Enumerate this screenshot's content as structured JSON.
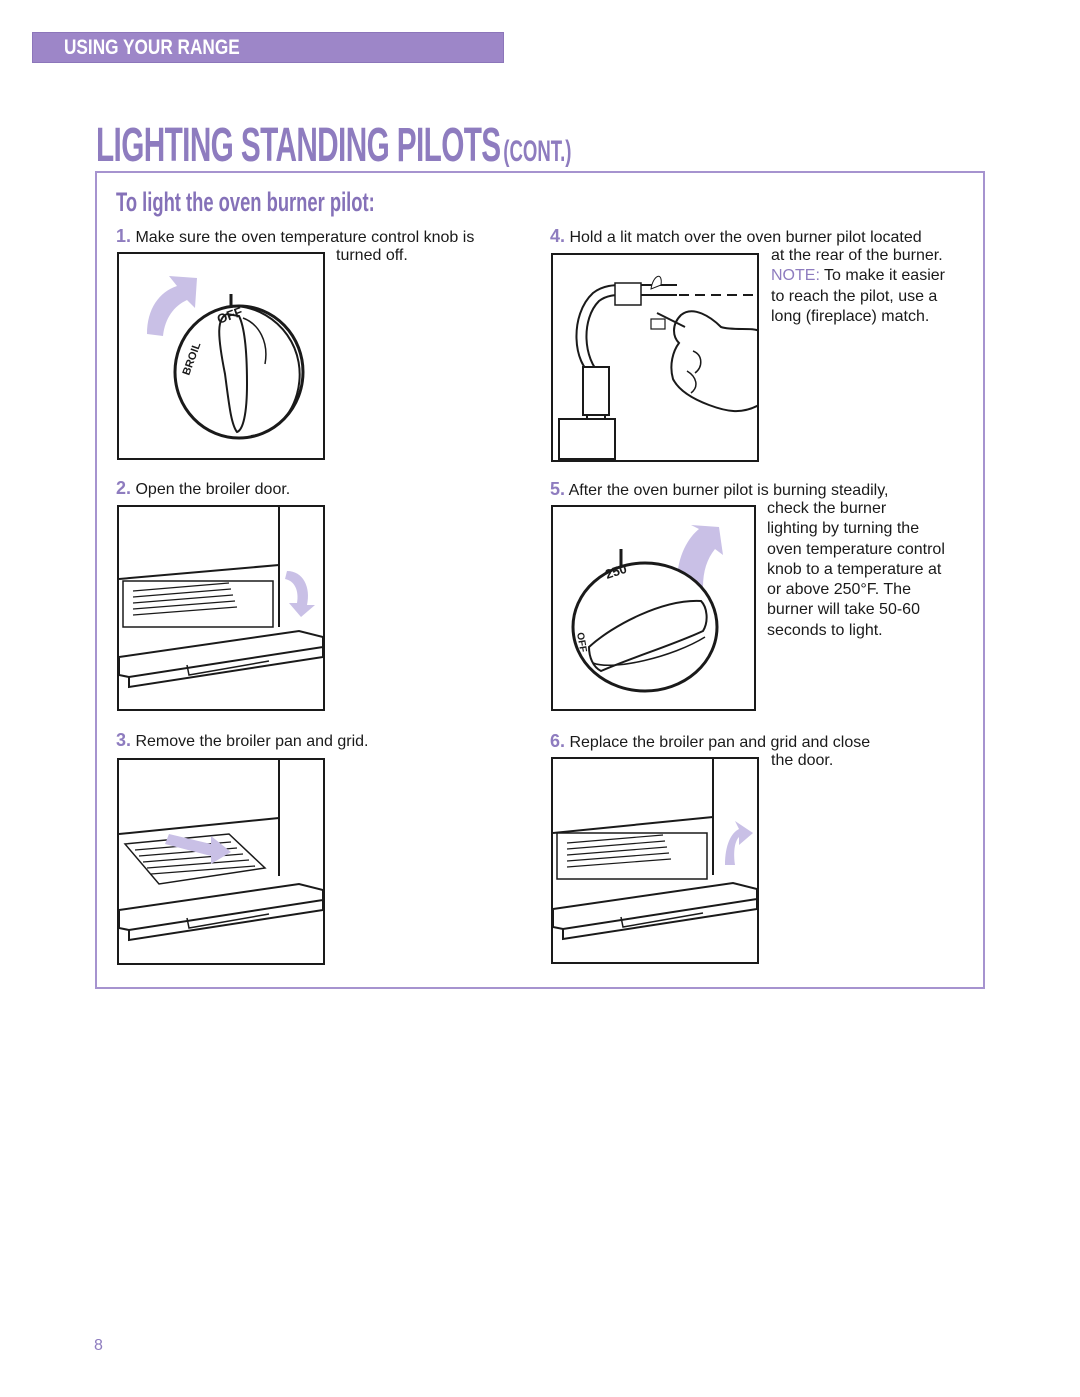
{
  "header": {
    "section_label": "USING YOUR RANGE"
  },
  "page_title": {
    "main": "LIGHTING STANDING PILOTS",
    "suffix": "(CONT.)"
  },
  "subheading": "To light the oven burner pilot:",
  "steps": [
    {
      "number": "1.",
      "line1": "Make sure the oven temperature control knob is",
      "rest": [
        "turned off."
      ],
      "figure_text": [
        "OFF",
        "BROIL"
      ]
    },
    {
      "number": "2.",
      "line1": "Open the broiler door.",
      "rest": []
    },
    {
      "number": "3.",
      "line1": "Remove the broiler pan and grid.",
      "rest": []
    },
    {
      "number": "4.",
      "line1": "Hold a lit match over the oven burner pilot located",
      "rest": [
        "at the rear of the burner."
      ],
      "note_label": "NOTE:",
      "note_first": "To make it easier",
      "note_rest": [
        "to reach the pilot, use a",
        "long (fireplace) match."
      ]
    },
    {
      "number": "5.",
      "line1": "After the oven burner pilot is burning steadily,",
      "rest": [
        "check the burner",
        "lighting by turning the",
        "oven temperature control",
        "knob to a temperature at",
        "or above 250°F. The",
        "burner will take 50-60",
        "seconds to light."
      ],
      "figure_text": [
        "250",
        "OFF"
      ]
    },
    {
      "number": "6.",
      "line1": "Replace the broiler pan and grid and close",
      "rest": [
        "the door."
      ]
    }
  ],
  "page_number": "8",
  "colors": {
    "accent": "#9d86c8",
    "accent_text": "#8e7cbf",
    "arrow_fill": "#c9c0e6"
  }
}
